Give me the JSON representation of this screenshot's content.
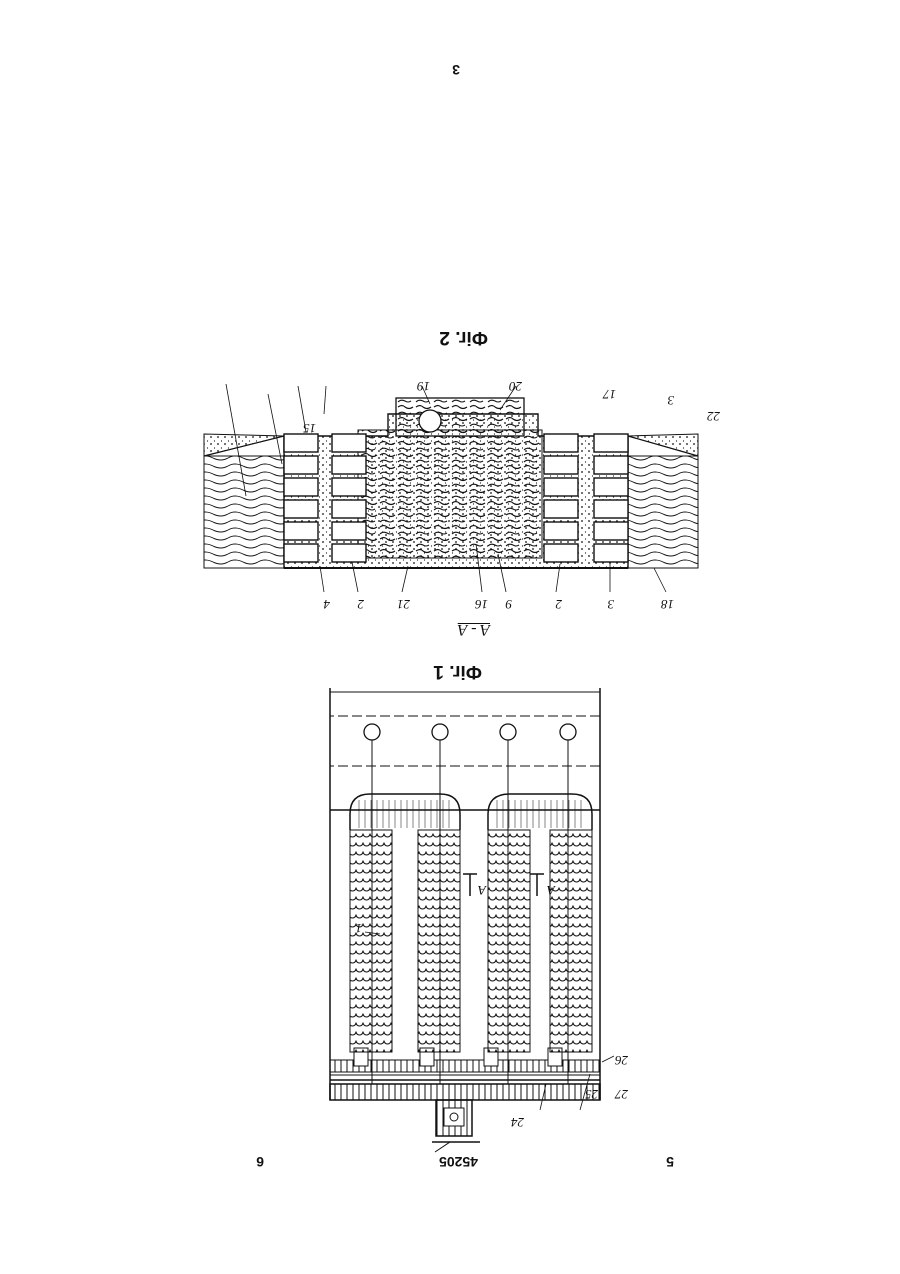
{
  "header": {
    "page_left": "5",
    "doc_number": "45205",
    "page_right": "6"
  },
  "figure1": {
    "caption": "Фіг. 1",
    "labels": {
      "l24": "24",
      "l25": "25",
      "l26": "26",
      "l27": "27",
      "l1": "1",
      "sectionA": "A"
    }
  },
  "figure2": {
    "section_title": "A - A",
    "caption": "Фіг. 2",
    "labels": {
      "l18": "18",
      "l3a": "3",
      "l2a": "2",
      "l9": "9",
      "l16": "16",
      "l21": "21",
      "l2b": "2",
      "l4": "4",
      "l15": "15",
      "l19": "19",
      "l20": "20",
      "l17": "17",
      "l3b": "3",
      "l22": "22"
    }
  },
  "footer": {
    "page_number": "3"
  }
}
